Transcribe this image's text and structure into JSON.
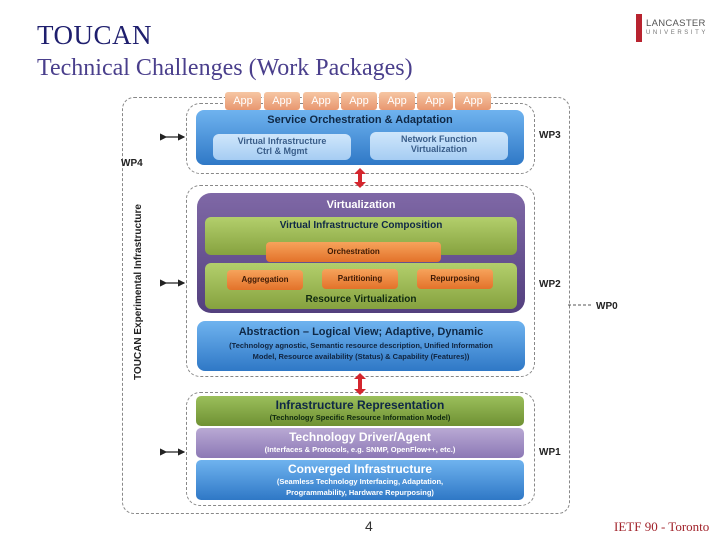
{
  "slide": {
    "title": "TOUCAN",
    "subtitle": "Technical Challenges (Work Packages)",
    "page_number": "4",
    "footer": "IETF 90 - Toronto",
    "logo": {
      "line1": "LANCASTER",
      "line2": "UNIVERSITY"
    }
  },
  "diagram": {
    "vertical_label": "TOUCAN Experimental Infrastructure",
    "wp_labels": {
      "wp4": "WP4",
      "wp3": "WP3",
      "wp2": "WP2",
      "wp1": "WP1",
      "wp0": "WP0"
    },
    "apps": [
      "App",
      "App",
      "App",
      "App",
      "App",
      "App",
      "App"
    ],
    "service": {
      "title": "Service Orchestration & Adaptation",
      "left_line1": "Virtual Infrastructure",
      "left_line2": "Ctrl & Mgmt",
      "right_line1": "Network Function",
      "right_line2": "Virtualization"
    },
    "virtualization": {
      "title": "Virtualization",
      "composition": "Virtual Infrastructure Composition",
      "orchestration": "Orchestration",
      "aggregation": "Aggregation",
      "partitioning": "Partitioning",
      "repurposing": "Repurposing",
      "resource_virtualization": "Resource Virtualization"
    },
    "abstraction": {
      "title": "Abstraction – Logical View; Adaptive, Dynamic",
      "line1": "(Technology agnostic, Semantic resource description, Unified Information",
      "line2": "Model, Resource availability (Status) & Capability (Features))"
    },
    "infrastructure_rep": {
      "title": "Infrastructure Representation",
      "sub": "(Technology Specific Resource Information Model)"
    },
    "tech_driver": {
      "title": "Technology Driver/Agent",
      "sub": "(Interfaces & Protocols, e.g. SNMP, OpenFlow++, etc.)"
    },
    "converged": {
      "title": "Converged Infrastructure",
      "line1": "(Seamless Technology Interfacing, Adaptation,",
      "line2": "Programmability, Hardware Repurposing)"
    },
    "colors": {
      "blue": "#2f78c6",
      "purple": "#53407e",
      "green": "#86a23f",
      "orange": "#e3722a",
      "arrow_red": "#d4262e"
    }
  }
}
